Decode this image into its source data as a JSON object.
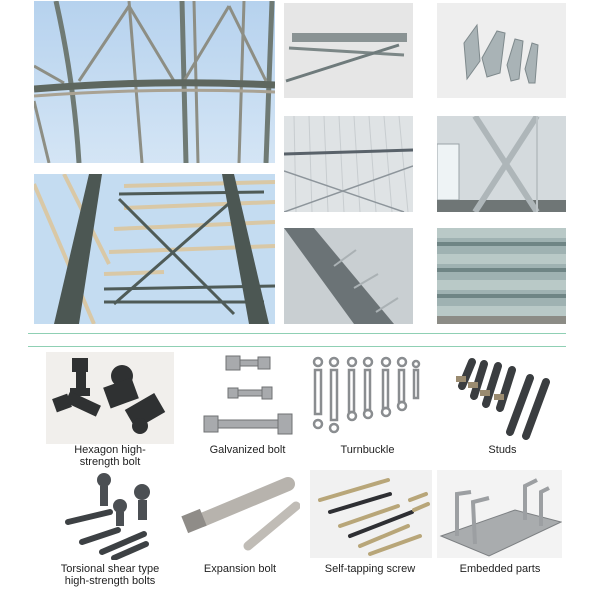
{
  "structure_gallery": {
    "large_photos": [
      {
        "subject": "steel roof truss frame against sky"
      },
      {
        "subject": "steel column with cross bracing and purlins"
      }
    ],
    "small_photos": [
      {
        "subject": "galvanized tie rods"
      },
      {
        "subject": "C-section purlins"
      },
      {
        "subject": "roof panel interior with bracing"
      },
      {
        "subject": "wall with X bracing and window"
      },
      {
        "subject": "purlin on roof panel"
      },
      {
        "subject": "stacked H-beam steel members"
      }
    ]
  },
  "divider": {
    "color": "#8fd0b4"
  },
  "fasteners": {
    "items": [
      {
        "label_line1": "Hexagon high-",
        "label_line2": "strength bolt"
      },
      {
        "label_line1": "Galvanized bolt",
        "label_line2": ""
      },
      {
        "label_line1": "Turnbuckle",
        "label_line2": ""
      },
      {
        "label_line1": "Studs",
        "label_line2": ""
      },
      {
        "label_line1": "Torsional shear type",
        "label_line2": "high-strength bolts"
      },
      {
        "label_line1": "Expansion bolt",
        "label_line2": ""
      },
      {
        "label_line1": "Self-tapping screw",
        "label_line2": ""
      },
      {
        "label_line1": "Embedded parts",
        "label_line2": ""
      }
    ]
  }
}
